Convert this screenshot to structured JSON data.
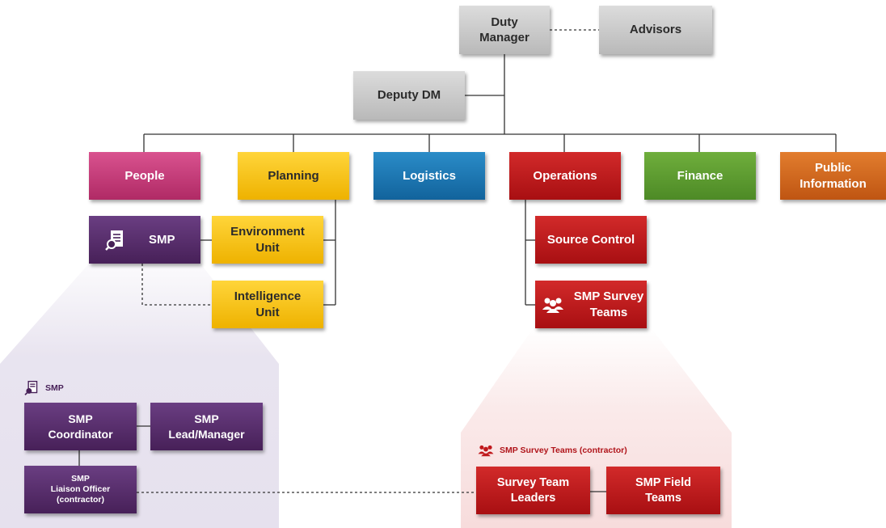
{
  "nodes": {
    "duty_manager": "Duty Manager",
    "advisors": "Advisors",
    "deputy_dm": "Deputy DM",
    "people": "People",
    "planning": "Planning",
    "logistics": "Logistics",
    "operations": "Operations",
    "finance": "Finance",
    "public_information": "Public Information",
    "smp": "SMP",
    "environment_unit": "Environment Unit",
    "intelligence_unit": "Intelligence Unit",
    "source_control": "Source Control",
    "smp_survey_teams": "SMP Survey Teams"
  },
  "smp_panel": {
    "title": "SMP",
    "coordinator": "SMP Coordinator",
    "lead_manager": "SMP Lead/Manager",
    "liaison_line1": "SMP",
    "liaison_line2": "Liaison Officer",
    "liaison_line3": "(contractor)"
  },
  "survey_panel": {
    "title": "SMP Survey Teams (contractor)",
    "team_leaders": "Survey Team Leaders",
    "field_teams": "SMP Field Teams"
  },
  "colors": {
    "grey": "#c9c9c9",
    "people": "#c23a78",
    "planning": "#f6c21a",
    "logistics": "#1d77b3",
    "operations": "#be1e20",
    "finance": "#5e9d31",
    "public_information": "#d2691f",
    "smp_purple": "#58306d",
    "smp_panel_bg": "#e6e1ee",
    "survey_panel_bg": "#f7dcdc"
  },
  "icons": {
    "smp": "document-search-icon",
    "survey": "people-group-icon"
  }
}
